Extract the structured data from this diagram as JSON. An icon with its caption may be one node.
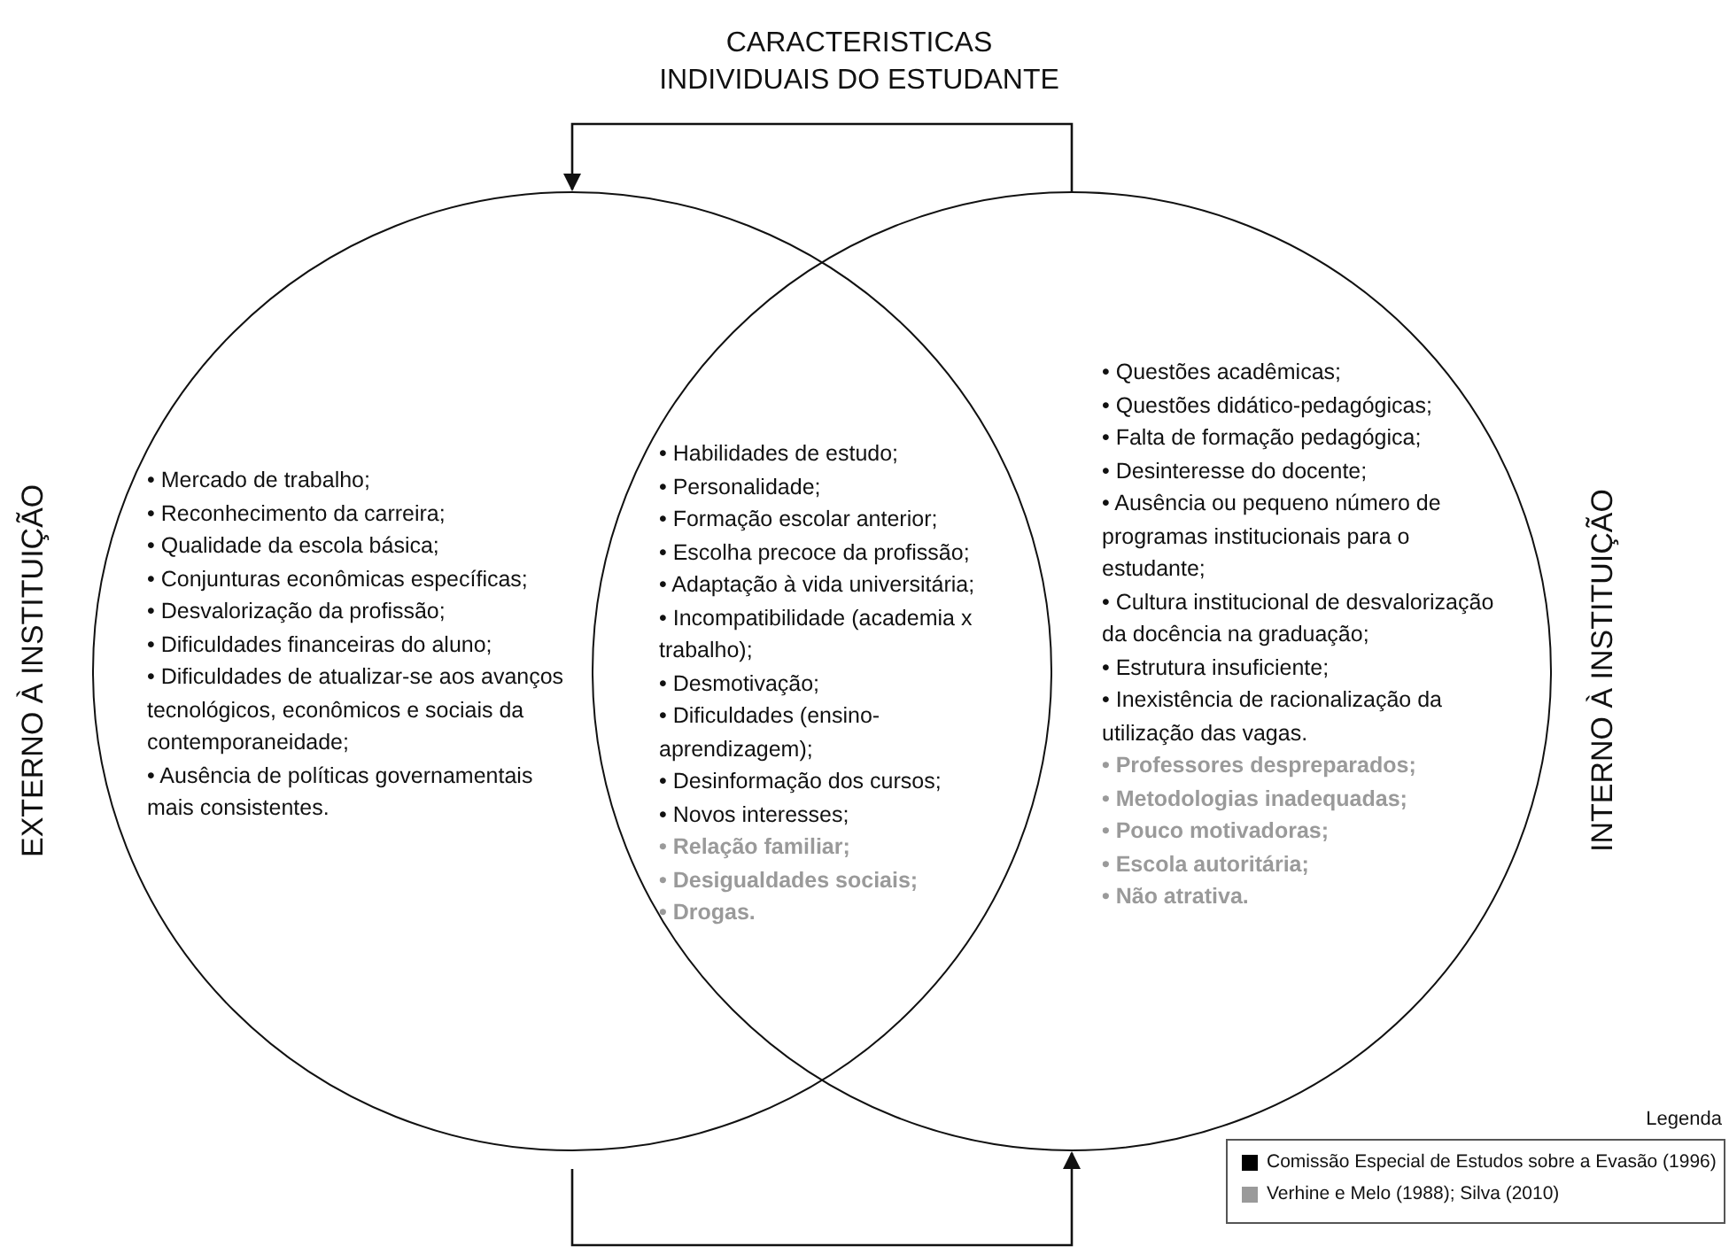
{
  "diagram": {
    "title": "CARACTERISTICAS INDIVIDUAIS DO ESTUDANTE",
    "nodes": [
      {
        "text": [
          "EXTERNO À INSTITUIÇÃO",
          "• Mercado de trabalho;",
          "• Reconhecimento da carreira;",
          "• Qualidade da escola básica;",
          "• Conjunturas econômicas específicas;",
          "• Desvalorização da profissão;",
          "• Dificuldades financeiras do aluno;",
          "• Dificuldades de atualizar-se aos avanços tecnológicos, econômicos e sociais da contemporaneidade;",
          "• Ausência de políticas governamentais mais consistentes."
        ]
      },
      {
        "text": [
          "INTERNO À INSTITUIÇÃO",
          "• Questões acadêmicas;",
          "• Questões didático-pedagógicas;",
          "• Falta de formação pedagógica;",
          "• Desinteresse do docente;",
          "• Ausência ou pequeno número de programas institucionais para o estudante;",
          "• Cultura institucional de desvalorização da docência na graduação;",
          "• Estrutura insuficiente;",
          "• Inexistência de racionalização da utilização das vagas.",
          "• Professores despreparados;",
          "• Metodologias inadequadas;",
          "• Pouco motivadoras;",
          "• Escola autoritária;",
          "• Não atrativa."
        ]
      },
      {
        "text": [
          "• Habilidades de estudo;",
          "• Personalidade;",
          "• Formação escolar anterior;",
          "• Escolha precoce da profissão;",
          "• Adaptação à vida universitária;",
          "• Incompatibilidade (academia x trabalho);",
          "• Desmotivação;",
          "• Dificuldades (ensino-aprendizagem);",
          "• Desinformação dos cursos;",
          "• Novos interesses;",
          "• Relação familiar;",
          "• Desigualdades sociais;",
          "• Drogas."
        ]
      }
    ],
    "edges": [
      {
        "from": 1,
        "to": 0,
        "arrow": "to"
      },
      {
        "from": 0,
        "to": 1,
        "arrow": "to"
      }
    ],
    "labels": [
      "Legenda"
    ],
    "legend": [
      {
        "text": "Comissão Especial de Estudos sobre a Evasão (1996)",
        "color": "#000000"
      },
      {
        "text": "Verhine e Melo (1988); Silva (2010)",
        "color": "#9a9a9a"
      }
    ]
  }
}
